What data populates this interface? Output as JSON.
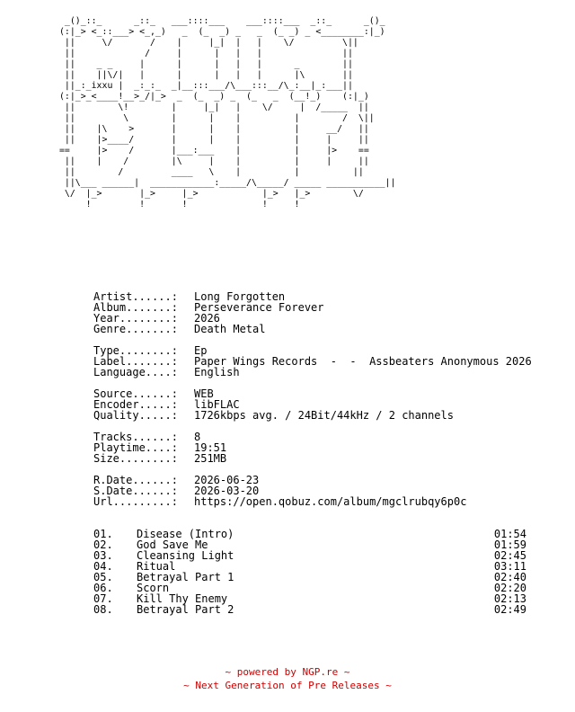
{
  "logo_art": "  _()_::_      _::_   ___::::___    ___::::___  _::_      _()_\n (:|_> <_::___> <_,_)   _  (_  _) _   _  (_ _) _ <________:|_)\n  ||     \\/       /    |     |_|  |   |    \\/         \\||\n  ||             /     |      |   |   |               ||\n  ||    _ _     |      |      |   |   |      _        ||\n  ||    ||\\/|   |      |      |   |   |      |\\       ||\n  ||_:_ixxu |  _:_:_  _|__:::___/\\___:::__/\\_:__|_:___||\n (:|_>_<____!__>_/|_>  _  (_  _) _  (_   _  (__!_)    (:|_)\n  ||        \\!        |     |_|   |    \\/     |  /_____  ||\n  ||         \\        |      |    |          |        /  \\||\n  ||    |\\    >       |      |    |          |     __/   ||\n  ||    |>____/       |      |    |          |     |     ||\n ==     |>    /       |___:___    |          |     |>    ==\n  ||    |    /        |\\     |    |          |     |     ||\n  ||        /         ____   \\    |          |          ||\n  ||\\___ ______|  ____________:_____/\\_____/ _____ ___________||\n  \\/  |_>       |_>     |_>            |_>   |_>        \\/\n      !         !       !              !     !",
  "info": [
    [
      {
        "key": "Artist......:",
        "value": "Long Forgotten"
      },
      {
        "key": "Album.......:",
        "value": "Perseverance Forever"
      },
      {
        "key": "Year........:",
        "value": "2026"
      },
      {
        "key": "Genre.......:",
        "value": "Death Metal"
      }
    ],
    [
      {
        "key": "Type........:",
        "value": "Ep"
      },
      {
        "key": "Label.......:",
        "value": "Paper Wings Records  -  -  Assbeaters Anonymous 2026"
      },
      {
        "key": "Language....:",
        "value": "English"
      }
    ],
    [
      {
        "key": "Source......:",
        "value": "WEB"
      },
      {
        "key": "Encoder.....:",
        "value": "libFLAC"
      },
      {
        "key": "Quality.....:",
        "value": "1726kbps avg. / 24Bit/44kHz / 2 channels"
      }
    ],
    [
      {
        "key": "Tracks......:",
        "value": "8"
      },
      {
        "key": "Playtime....:",
        "value": "19:51"
      },
      {
        "key": "Size........:",
        "value": "251MB"
      }
    ],
    [
      {
        "key": "R.Date......:",
        "value": "2026-06-23"
      },
      {
        "key": "S.Date......:",
        "value": "2026-03-20"
      },
      {
        "key": "Url.........:",
        "value": "https://open.qobuz.com/album/mgclrubqy6p0c"
      }
    ]
  ],
  "tracks": [
    {
      "num": "01.",
      "title": "Disease (Intro)",
      "length": "01:54"
    },
    {
      "num": "02.",
      "title": "God Save Me",
      "length": "01:59"
    },
    {
      "num": "03.",
      "title": "Cleansing Light",
      "length": "02:45"
    },
    {
      "num": "04.",
      "title": "Ritual",
      "length": "03:11"
    },
    {
      "num": "05.",
      "title": "Betrayal Part 1",
      "length": "02:40"
    },
    {
      "num": "06.",
      "title": "Scorn",
      "length": "02:20"
    },
    {
      "num": "07.",
      "title": "Kill Thy Enemy",
      "length": "02:13"
    },
    {
      "num": "08.",
      "title": "Betrayal Part 2",
      "length": "02:49"
    }
  ],
  "footer": {
    "line1": "~ powered by NGP.re ~",
    "line2": "~ Next Generation of Pre Releases ~",
    "color": "#cc0000"
  }
}
